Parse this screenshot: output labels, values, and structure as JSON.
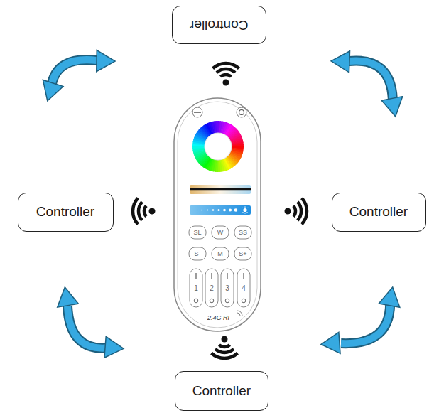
{
  "diagram": {
    "nodes": [
      {
        "text": [
          "Controller"
        ]
      },
      {
        "text": [
          "Controller"
        ]
      },
      {
        "text": [
          "Controller"
        ]
      },
      {
        "text": [
          "Controller"
        ]
      }
    ],
    "labels": [
      "SL",
      "W",
      "SS",
      "S-",
      "M",
      "S+",
      "1",
      "2",
      "3",
      "4",
      "2.4G RF"
    ]
  }
}
